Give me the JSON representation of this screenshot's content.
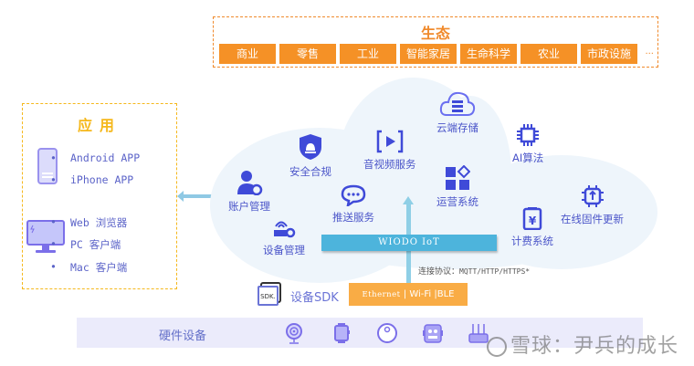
{
  "ecosystem": {
    "title": "生态",
    "items": [
      "商业",
      "零售",
      "工业",
      "智能家居",
      "生命科学",
      "农业",
      "市政设施"
    ],
    "more": "..."
  },
  "application": {
    "title": "应用",
    "mobile_icon": "smartphone-icon",
    "desktop_icon": "monitor-icon",
    "mobile_items": [
      "Android APP",
      "iPhone APP"
    ],
    "desktop_items": [
      "Web 浏览器",
      "PC 客户端",
      "Mac 客户端"
    ]
  },
  "cloud": {
    "services": [
      {
        "label": "账户管理",
        "icon": "user-gear-icon"
      },
      {
        "label": "安全合规",
        "icon": "shield-alarm-icon"
      },
      {
        "label": "音视频服务",
        "icon": "video-play-icon"
      },
      {
        "label": "云端存储",
        "icon": "cloud-storage-icon"
      },
      {
        "label": "AI算法",
        "icon": "chip-icon"
      },
      {
        "label": "推送服务",
        "icon": "chat-bubble-icon"
      },
      {
        "label": "运营系统",
        "icon": "apps-grid-icon"
      },
      {
        "label": "在线固件更新",
        "icon": "firmware-update-icon"
      },
      {
        "label": "设备管理",
        "icon": "router-gear-icon"
      },
      {
        "label": "计费系统",
        "icon": "billing-yen-icon"
      }
    ],
    "platform_label": "WIODO IoT",
    "protocol_prefix": "连接协议：",
    "protocol_value": "MQTT/HTTP/HTTPS*"
  },
  "sdk": {
    "icon_text": "SDK.",
    "label": "设备SDK",
    "connectivity": {
      "ethernet": "Ethernet",
      "sep": " | ",
      "wifi": "Wi-Fi",
      "sep2": " |",
      "ble": "BLE"
    }
  },
  "hardware": {
    "label": "硬件设备",
    "icons": [
      "webcam-icon",
      "smartwatch-icon",
      "robot-vacuum-icon",
      "robot-icon",
      "router-icon"
    ]
  },
  "watermark": "雪球：尹兵的成长",
  "colors": {
    "orange": "#f59126",
    "yellow": "#f5b81c",
    "blue_text": "#4b55c9",
    "iot_bar": "#4db4dc",
    "connect_bar": "#f9ac45",
    "cloud": "#eef5fb",
    "hardware_bg": "#ebebfb"
  }
}
